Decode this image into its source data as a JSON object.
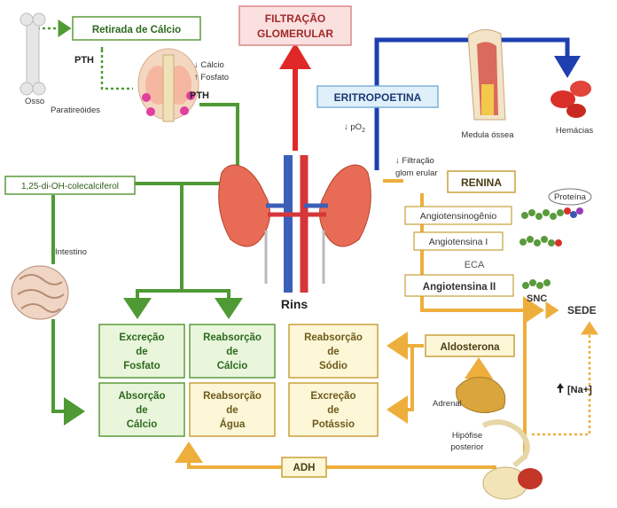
{
  "labels": {
    "retirada_calcio": "Retirada de Cálcio",
    "pth_top": "PTH",
    "pth_side": "PTH",
    "osso": "Osso",
    "paratireoides": "Paratireóides",
    "calcio_down": "↓ Cálcio",
    "fosfato_up": "↑ Fosfato",
    "filtracao_line1": "FILTRAÇÃO",
    "filtracao_line2": "GLOMERULAR",
    "eritropoetina": "ERITROPOETINA",
    "medula_ossea": "Medula óssea",
    "hemacias": "Hemácias",
    "po2_arrow": "↓ pO",
    "po2_sub": "2",
    "colecalciferol": "1,25-di-OH-colecalciferol",
    "intestino": "Intestino",
    "filtracao_small_1": "↓ Filtração",
    "filtracao_small_2": "glom erular",
    "renina": "RENINA",
    "proteina": "Proteína",
    "angiotensinogenio": "Angiotensinogênio",
    "angiotensina_1": "Angiotensina I",
    "eca": "ECA",
    "angiotensina_2": "Angiotensina II",
    "snc": "SNC",
    "sede": "SEDE",
    "rins": "Rins",
    "aldosterona": "Aldosterona",
    "adrenal": "Adrenal",
    "na_plus": "[Na+]",
    "hipofise_1": "Hipófise",
    "hipofise_2": "posterior",
    "adh": "ADH"
  },
  "effects": {
    "excrecao_fosfato": [
      "Excreção",
      "de",
      "Fosfato"
    ],
    "reabsorcao_calcio": [
      "Reabsorção",
      "de",
      "Cálcio"
    ],
    "reabsorcao_sodio": [
      "Reabsorção",
      "de",
      "Sódio"
    ],
    "absorcao_calcio": [
      "Absorção",
      "de",
      "Cálcio"
    ],
    "reabsorcao_agua": [
      "Reabsorção",
      "de",
      "Água"
    ],
    "excrecao_potassio": [
      "Excreção",
      "de",
      "Potássio"
    ]
  },
  "colors": {
    "green": "#4f9a34",
    "orange": "#eeae3c",
    "red": "#e02828",
    "blue": "#1d3fb0",
    "kidney": "#e86c55"
  }
}
